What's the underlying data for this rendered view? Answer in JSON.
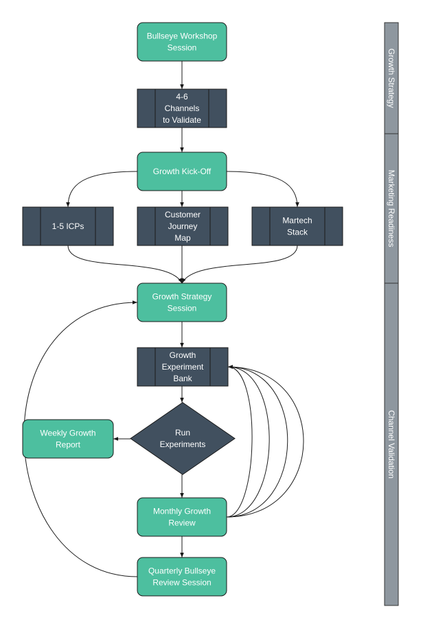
{
  "colors": {
    "process_fill": "#4dbf9f",
    "subprocess_fill": "#41505f",
    "decision_fill": "#41505f",
    "lane_fill": "#8e979f",
    "edge": "#1a1a1a"
  },
  "lanes": [
    {
      "id": "lane-growth-strategy",
      "label": "Growth Strategy"
    },
    {
      "id": "lane-marketing-readiness",
      "label": "Marketing Readiness"
    },
    {
      "id": "lane-channel-validation",
      "label": "Channel Validation"
    }
  ],
  "nodes": {
    "bullseye": {
      "kind": "process",
      "lines": [
        "Bullseye Workshop",
        "Session"
      ]
    },
    "channels": {
      "kind": "subprocess",
      "lines": [
        "4-6",
        "Channels",
        "to Validate"
      ]
    },
    "kickoff": {
      "kind": "process",
      "lines": [
        "Growth Kick-Off"
      ]
    },
    "icps": {
      "kind": "subprocess",
      "lines": [
        "1-5 ICPs"
      ]
    },
    "journey": {
      "kind": "subprocess",
      "lines": [
        "Customer",
        "Journey",
        "Map"
      ]
    },
    "martech": {
      "kind": "subprocess",
      "lines": [
        "Martech",
        "Stack"
      ]
    },
    "strategy_session": {
      "kind": "process",
      "lines": [
        "Growth Strategy",
        "Session"
      ]
    },
    "experiment_bank": {
      "kind": "subprocess",
      "lines": [
        "Growth",
        "Experiment",
        "Bank"
      ]
    },
    "run_experiments": {
      "kind": "decision",
      "lines": [
        "Run",
        "Experiments"
      ]
    },
    "weekly_report": {
      "kind": "process",
      "lines": [
        "Weekly Growth",
        "Report"
      ]
    },
    "monthly_review": {
      "kind": "process",
      "lines": [
        "Monthly Growth",
        "Review"
      ]
    },
    "quarterly_review": {
      "kind": "process",
      "lines": [
        "Quarterly Bullseye",
        "Review Session"
      ]
    }
  },
  "edges": [
    {
      "from": "bullseye",
      "to": "channels"
    },
    {
      "from": "channels",
      "to": "kickoff"
    },
    {
      "from": "kickoff",
      "to": "icps"
    },
    {
      "from": "kickoff",
      "to": "journey"
    },
    {
      "from": "kickoff",
      "to": "martech"
    },
    {
      "from": "icps",
      "to": "strategy_session"
    },
    {
      "from": "journey",
      "to": "strategy_session"
    },
    {
      "from": "martech",
      "to": "strategy_session"
    },
    {
      "from": "strategy_session",
      "to": "experiment_bank"
    },
    {
      "from": "experiment_bank",
      "to": "run_experiments"
    },
    {
      "from": "run_experiments",
      "to": "weekly_report"
    },
    {
      "from": "run_experiments",
      "to": "monthly_review"
    },
    {
      "from": "monthly_review",
      "to": "quarterly_review"
    },
    {
      "from": "monthly_review",
      "to": "experiment_bank"
    },
    {
      "from": "quarterly_review",
      "to": "strategy_session"
    }
  ]
}
